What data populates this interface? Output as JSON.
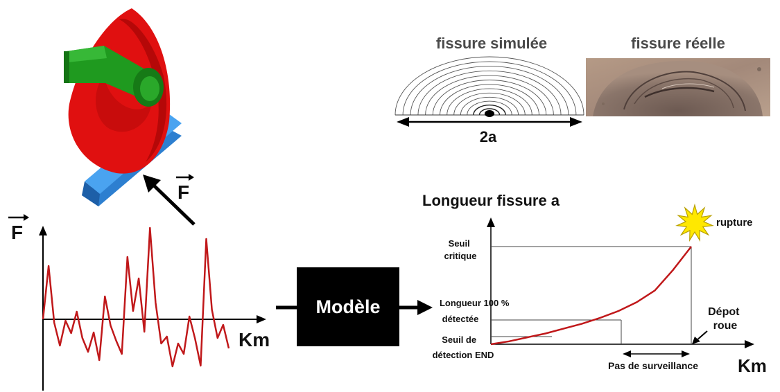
{
  "simulation": {
    "simulated_title": "fissure simulée",
    "real_title": "fissure réelle",
    "width_label": "2a"
  },
  "wheel": {
    "force_label": "F"
  },
  "force_signal": {
    "y_label": "F",
    "x_label": "Km",
    "values": [
      0.0,
      0.77,
      -0.05,
      -0.38,
      -0.02,
      -0.2,
      0.11,
      -0.27,
      -0.47,
      -0.19,
      -0.59,
      0.33,
      -0.09,
      -0.31,
      -0.5,
      0.9,
      0.12,
      0.59,
      -0.18,
      1.32,
      0.24,
      -0.35,
      -0.25,
      -0.68,
      -0.35,
      -0.5,
      0.04,
      -0.28,
      -0.67,
      1.16,
      0.14,
      -0.27,
      -0.08,
      -0.42
    ]
  },
  "model": {
    "label": "Modèle"
  },
  "chart_data": {
    "type": "line",
    "title": "Longueur fissure a",
    "xlabel": "Km",
    "y_tick_labels": {
      "seuil_critique": [
        "Seuil",
        "critique"
      ],
      "longueur_100": [
        "Longueur 100 %",
        "détectée"
      ],
      "seuil_detection": [
        "Seuil de",
        "détection END"
      ]
    },
    "annotations": {
      "rupture": "rupture",
      "depot": [
        "Dépot",
        "roue"
      ],
      "pas": "Pas de surveillance"
    },
    "series": [
      {
        "values": [
          0.0,
          0.03,
          0.07,
          0.11,
          0.16,
          0.21,
          0.27,
          0.34,
          0.43,
          0.55,
          0.76,
          1.0
        ]
      }
    ],
    "curve_color": "#c0181a"
  }
}
